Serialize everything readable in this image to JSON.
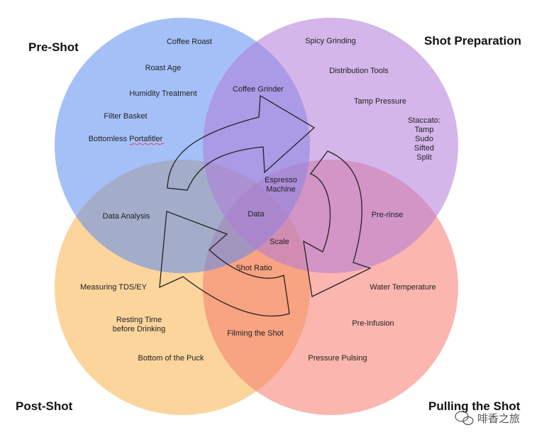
{
  "quadrants": {
    "pre_shot": {
      "title": "Pre-Shot",
      "color": "#5b8cf0"
    },
    "shot_preparation": {
      "title": "Shot Preparation",
      "color": "#b07ad8"
    },
    "post_shot": {
      "title": "Post-Shot",
      "color": "#f7b24a"
    },
    "pulling_the_shot": {
      "title": "Pulling the Shot",
      "color": "#f57a6e"
    }
  },
  "labels": {
    "coffee_roast": "Coffee Roast",
    "roast_age": "Roast Age",
    "humidity_treatment": "Humidity Treatment",
    "filter_basket": "Filter Basket",
    "bottomless_portafilter": "Bottomless Portafitler",
    "coffee_grinder": "Coffee Grinder",
    "spicy_grinding": "Spicy Grinding",
    "distribution_tools": "Distribution Tools",
    "tamp_pressure": "Tamp Pressure",
    "staccato": [
      "Staccato:",
      "Tamp",
      "Sudo",
      "Sifted",
      "Split"
    ],
    "espresso_machine": [
      "Espresso",
      "Machine"
    ],
    "data_analysis": "Data Analysis",
    "data": "Data",
    "scale": "Scale",
    "pre_rinse": "Pre-rinse",
    "shot_ratio": "Shot Ratio",
    "measuring_tds": "Measuring TDS/EY",
    "water_temperature": "Water Temperature",
    "resting_time": [
      "Resting Time",
      "before Drinking"
    ],
    "pre_infusion": "Pre-Infusion",
    "filming_the_shot": "Filming the Shot",
    "bottom_of_puck": "Bottom of the Puck",
    "pressure_pulsing": "Pressure Pulsing"
  },
  "watermark": {
    "text": "啡香之旅",
    "icon": "wechat-icon"
  }
}
